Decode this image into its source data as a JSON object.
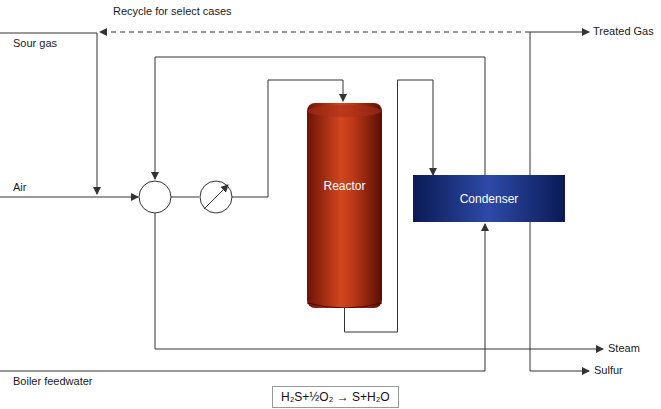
{
  "diagram": {
    "nodes": [
      {
        "text": [
          "Reactor"
        ]
      },
      {
        "text": [
          "Condenser"
        ]
      },
      {
        "text": [
          "H₂S+½O₂ → S+H₂O"
        ]
      }
    ],
    "edges": [
      {
        "from": 0,
        "to": 1,
        "arrow": "to"
      }
    ],
    "labels": [
      "Recycle for select cases",
      "Sour gas",
      "Treated Gas",
      "Air",
      "Steam",
      "Boiler feedwater",
      "Sulfur"
    ]
  }
}
